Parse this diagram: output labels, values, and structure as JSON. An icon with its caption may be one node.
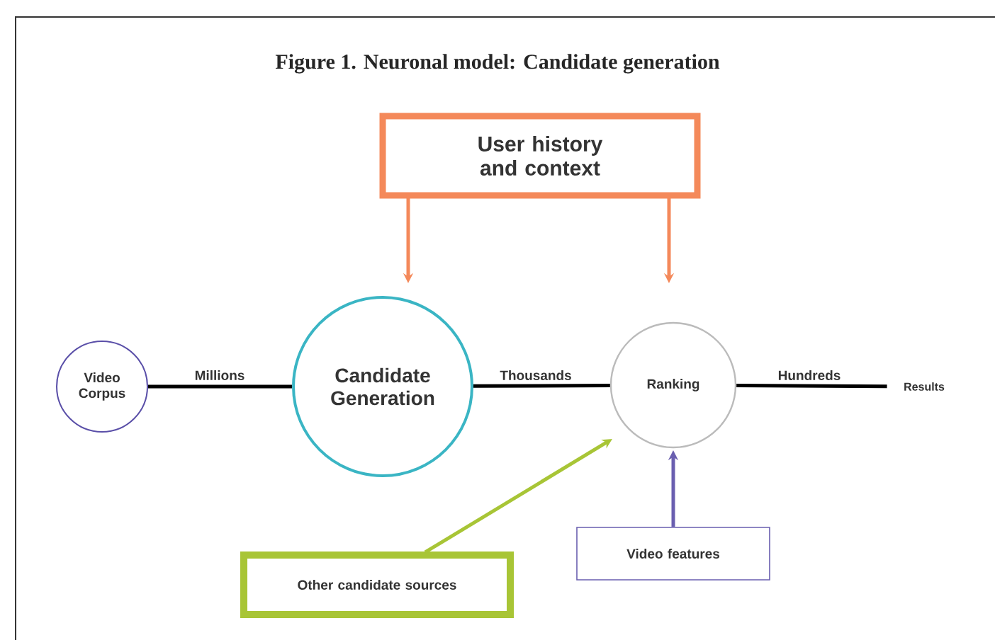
{
  "diagram": {
    "title": "Figure 1. Neuronal model: Candidate generation",
    "nodes": [
      {
        "text": [
          "User history and context"
        ]
      },
      {
        "text": [
          "Video Corpus"
        ]
      },
      {
        "text": [
          "Candidate Generation"
        ]
      },
      {
        "text": [
          "Ranking"
        ]
      },
      {
        "text": [
          "Results"
        ]
      },
      {
        "text": [
          "Other candidate sources"
        ]
      },
      {
        "text": [
          "Video features"
        ]
      }
    ],
    "edges": [
      {
        "from": 0,
        "to": 2,
        "arrow": "to",
        "color": "#f4895a"
      },
      {
        "from": 0,
        "to": 3,
        "arrow": "to",
        "color": "#f4895a"
      },
      {
        "from": 1,
        "to": 2,
        "arrow": "none",
        "label": "Millions"
      },
      {
        "from": 2,
        "to": 3,
        "arrow": "none",
        "label": "Thousands"
      },
      {
        "from": 3,
        "to": 4,
        "arrow": "none",
        "label": "Hundreds"
      },
      {
        "from": 5,
        "to": 3,
        "arrow": "to",
        "color": "#a8c536"
      },
      {
        "from": 6,
        "to": 3,
        "arrow": "to",
        "color": "#6a5fb0"
      }
    ]
  }
}
